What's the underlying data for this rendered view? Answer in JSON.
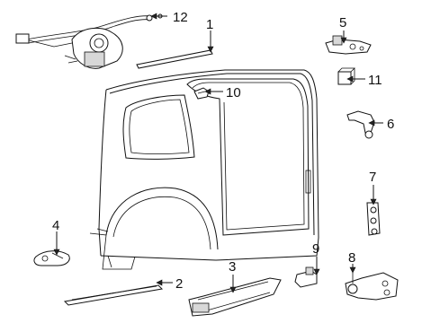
{
  "callouts": [
    {
      "id": "1",
      "label": "1"
    },
    {
      "id": "2",
      "label": "2"
    },
    {
      "id": "3",
      "label": "3"
    },
    {
      "id": "4",
      "label": "4"
    },
    {
      "id": "5",
      "label": "5"
    },
    {
      "id": "6",
      "label": "6"
    },
    {
      "id": "7",
      "label": "7"
    },
    {
      "id": "8",
      "label": "8"
    },
    {
      "id": "9",
      "label": "9"
    },
    {
      "id": "10",
      "label": "10"
    },
    {
      "id": "11",
      "label": "11"
    },
    {
      "id": "12",
      "label": "12"
    }
  ],
  "colors": {
    "ink": "#111111",
    "background": "#ffffff"
  }
}
